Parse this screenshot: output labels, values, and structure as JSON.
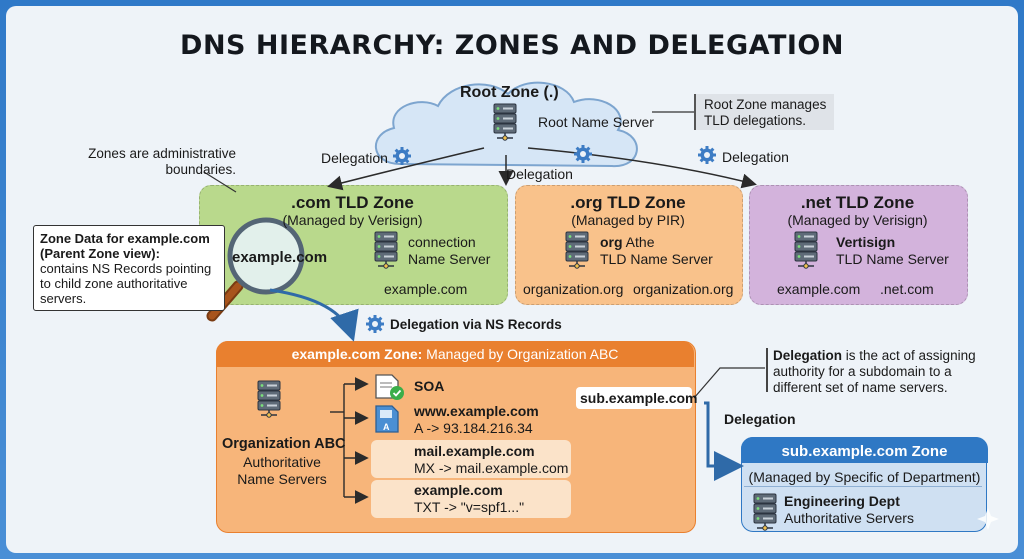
{
  "title": "DNS HIERARCHY: ZONES AND DELEGATION",
  "root": {
    "zone_title": "Root Zone (.)",
    "server_label": "Root Name Server",
    "note": "Root Zone manages\nTLD delegations."
  },
  "delegation_labels": {
    "left": "Delegation",
    "center": "Delegation",
    "right": "Delegation",
    "ns_records": "Delegation via NS Records",
    "sub": "Delegation"
  },
  "zones_note": "Zones are administrative\nboundaries.",
  "tld_zones": {
    "com": {
      "title": ".com TLD Zone",
      "managed": "(Managed by Verisign)",
      "server_line1": "connection",
      "server_line2": "Name Server",
      "domain": "example.com",
      "magnifier_text": "example.com"
    },
    "org": {
      "title": ".org TLD Zone",
      "managed": "(Managed by PIR)",
      "server_bold": "org",
      "server_line1_rest": " Athe",
      "server_line2": "TLD Name Server",
      "domain1": "organization.org",
      "domain2": "organization.org"
    },
    "net": {
      "title": ".net TLD Zone",
      "managed": "(Managed by Verisign)",
      "server_line1": "Vertisign",
      "server_line2": "TLD Name Server",
      "domain1": "example.com",
      "domain2": ".net.com"
    }
  },
  "zone_data_callout": {
    "bold": "Zone Data for example.com\n(Parent Zone view):",
    "text": "contains NS Records pointing\nto child zone authoritative\nservers."
  },
  "example_zone": {
    "header_bold": "example.com Zone:",
    "header_rest": " Managed by Organization ABC",
    "org_name": "Organization ABC",
    "org_sub": "Authoritative\nName Servers",
    "records": [
      {
        "name": "SOA",
        "value": "",
        "icon": "soa-document-icon"
      },
      {
        "name": "www.example.com",
        "value": "A -> 93.184.216.34",
        "icon": "a-record-icon"
      },
      {
        "name": "mail.example.com",
        "value": "MX -> mail.example.com",
        "icon": "mail-envelope-icon"
      },
      {
        "name": "example.com",
        "value": "TXT -> \"v=spf1...\"",
        "icon": "txt-record-icon"
      }
    ],
    "sub_label": "sub.example.com"
  },
  "delegation_note": {
    "bold": "Delegation",
    "text_rest": " is the act of assigning",
    "text2": "authority for a subdomain to a",
    "text3": "different set of name servers."
  },
  "sub_zone": {
    "title": "sub.example.com Zone",
    "managed": "(Managed by Specific of Department)",
    "dept": "Engineering Dept",
    "servers": "Authoritative Servers"
  },
  "colors": {
    "com_zone": "#b9d98c",
    "org_zone": "#f9c28b",
    "net_zone": "#d3b3dc",
    "example_zone": "#f7b57a",
    "example_header": "#e9802f",
    "sub_zone": "#cfe0f2",
    "sub_header": "#2f78c4",
    "arrow": "#2f6aa8"
  }
}
